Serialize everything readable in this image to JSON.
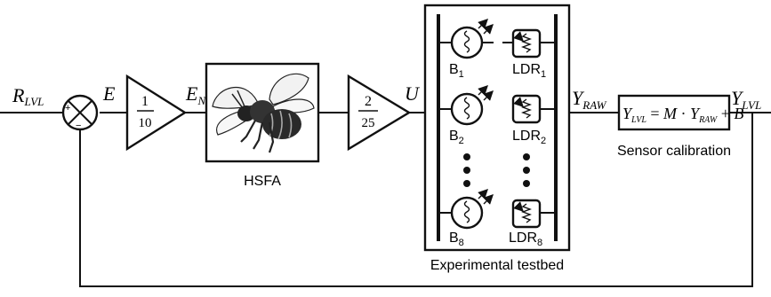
{
  "signals": {
    "reference_main": "R",
    "reference_sub": "LVL",
    "error": "E",
    "normalized_error_main": "E",
    "normalized_error_sub": "N",
    "control": "U",
    "raw_output_main": "Y",
    "raw_output_sub": "RAW",
    "output_main": "Y",
    "output_sub": "LVL"
  },
  "summing_junction": {
    "plus_sign": "+",
    "minus_sign": "−"
  },
  "gain_1": {
    "numerator": "1",
    "denominator": "10"
  },
  "gain_2": {
    "numerator": "2",
    "denominator": "25"
  },
  "hsfa": {
    "label": "HSFA",
    "image_icon": "bee-icon"
  },
  "testbed": {
    "label": "Experimental testbed",
    "bulbs": [
      {
        "main": "B",
        "sub": "1"
      },
      {
        "main": "B",
        "sub": "2"
      },
      {
        "main": "B",
        "sub": "8"
      }
    ],
    "ldrs": [
      {
        "main": "LDR",
        "sub": "1"
      },
      {
        "main": "LDR",
        "sub": "2"
      },
      {
        "main": "LDR",
        "sub": "8"
      }
    ],
    "bulb_icon": "lamp-icon",
    "ldr_icon": "photoresistor-icon"
  },
  "calibration": {
    "label": "Sensor calibration",
    "eq_lhs_main": "Y",
    "eq_lhs_sub": "LVL",
    "eq_equals": " = ",
    "eq_m": "M",
    "eq_dot": " · ",
    "eq_y_main": "Y",
    "eq_y_sub": "RAW",
    "eq_plus": " + ",
    "eq_b": "B"
  }
}
